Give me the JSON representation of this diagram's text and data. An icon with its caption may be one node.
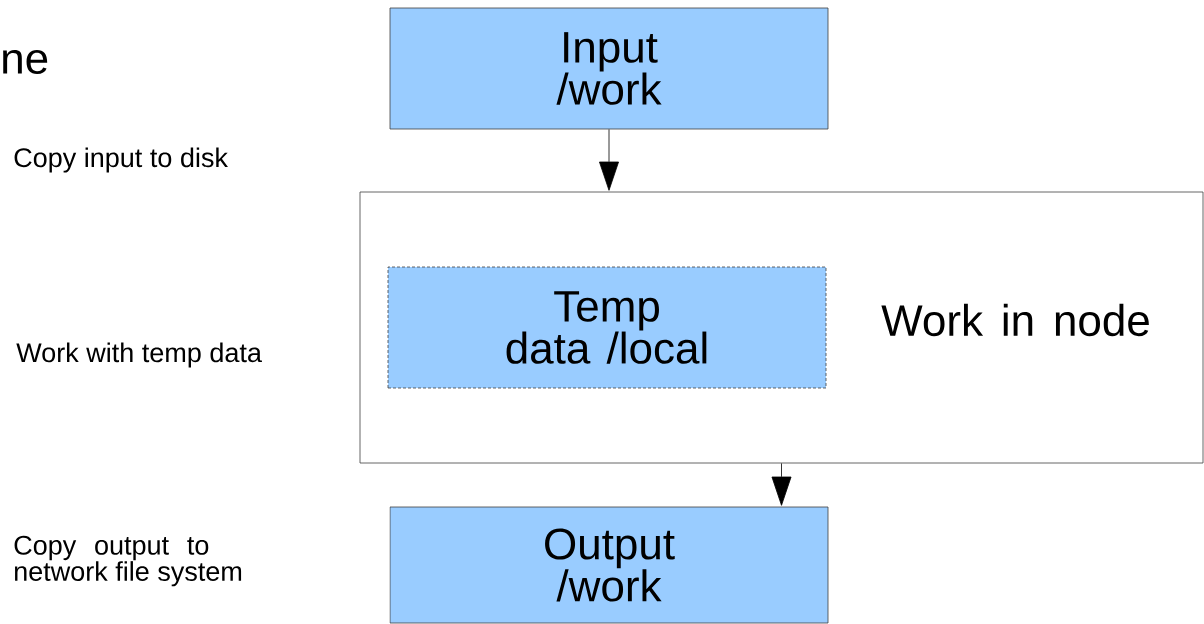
{
  "diagram": {
    "nodes": [
      {
        "text": [
          "Input /work"
        ]
      },
      {
        "text": [
          "Work in node"
        ]
      },
      {
        "text": [
          "Temp data /local"
        ],
        "in": 1
      },
      {
        "text": [
          "Output /work"
        ]
      }
    ],
    "edges": [
      {
        "from": 0,
        "to": 1,
        "arrow": "to"
      },
      {
        "from": 1,
        "to": 3,
        "arrow": "to"
      }
    ],
    "labels": [
      "ne",
      "Copy input to disk",
      "Work with temp data",
      "Copy output to network file system"
    ]
  }
}
